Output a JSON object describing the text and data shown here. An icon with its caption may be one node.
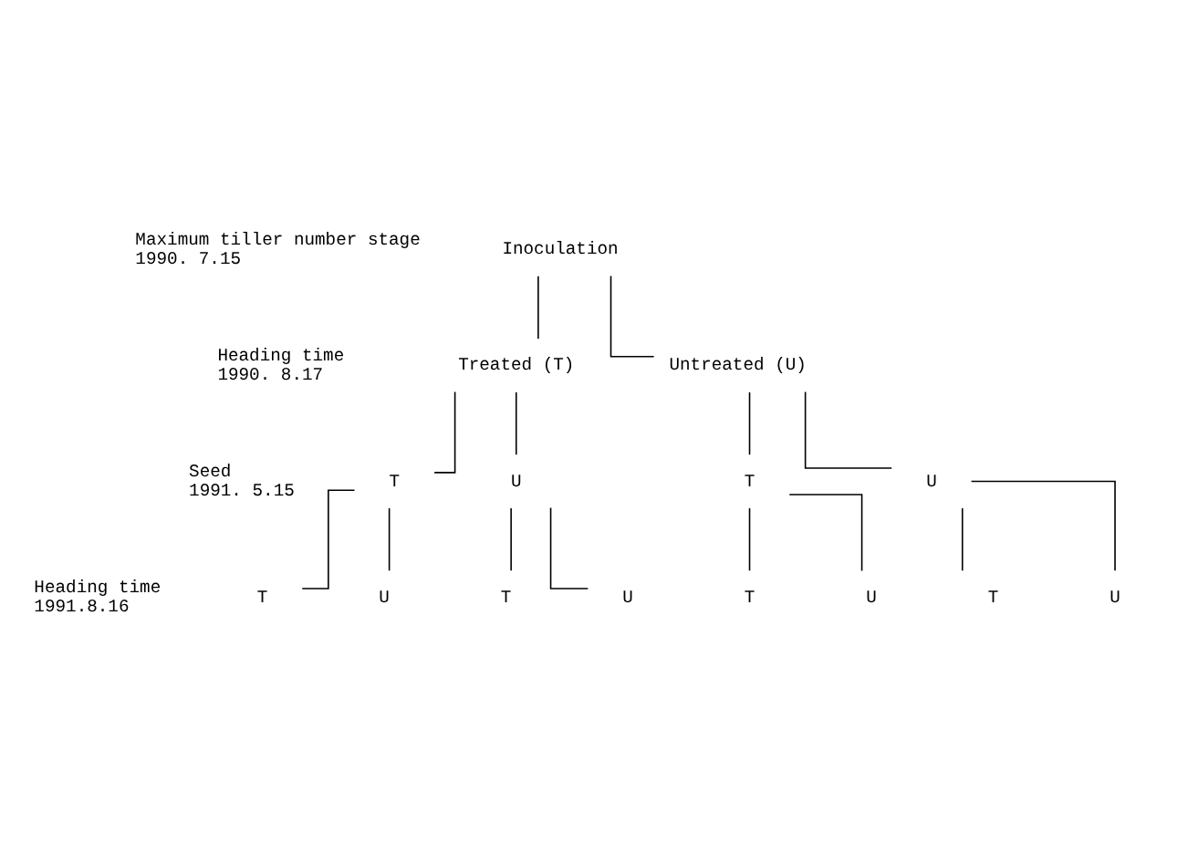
{
  "diagram": {
    "nodes": [
      {
        "text": [
          "Inoculation"
        ]
      },
      {
        "text": [
          "Treated (T)"
        ]
      },
      {
        "text": [
          "Untreated (U)"
        ]
      },
      {
        "text": [
          "T"
        ]
      },
      {
        "text": [
          "U"
        ]
      },
      {
        "text": [
          "T"
        ]
      },
      {
        "text": [
          "U"
        ]
      },
      {
        "text": [
          "T"
        ]
      },
      {
        "text": [
          "U"
        ]
      },
      {
        "text": [
          "T"
        ]
      },
      {
        "text": [
          "U"
        ]
      },
      {
        "text": [
          "T"
        ]
      },
      {
        "text": [
          "U"
        ]
      },
      {
        "text": [
          "T"
        ]
      },
      {
        "text": [
          "U"
        ]
      }
    ],
    "edges": [
      {
        "from": 0,
        "to": 1,
        "arrow": "none"
      },
      {
        "from": 0,
        "to": 2,
        "arrow": "none"
      },
      {
        "from": 1,
        "to": 3,
        "arrow": "none"
      },
      {
        "from": 1,
        "to": 4,
        "arrow": "none"
      },
      {
        "from": 2,
        "to": 5,
        "arrow": "none"
      },
      {
        "from": 2,
        "to": 6,
        "arrow": "none"
      },
      {
        "from": 3,
        "to": 7,
        "arrow": "none"
      },
      {
        "from": 3,
        "to": 8,
        "arrow": "none"
      },
      {
        "from": 4,
        "to": 9,
        "arrow": "none"
      },
      {
        "from": 4,
        "to": 10,
        "arrow": "none"
      },
      {
        "from": 5,
        "to": 11,
        "arrow": "none"
      },
      {
        "from": 5,
        "to": 12,
        "arrow": "none"
      },
      {
        "from": 6,
        "to": 13,
        "arrow": "none"
      },
      {
        "from": 6,
        "to": 14,
        "arrow": "none"
      }
    ],
    "labels": [
      "Maximum tiller number stage",
      "1990. 7.15",
      "Heading time",
      "1990. 8.17",
      "Seed",
      "1991. 5.15",
      "Heading time",
      "1991.8.16"
    ]
  }
}
